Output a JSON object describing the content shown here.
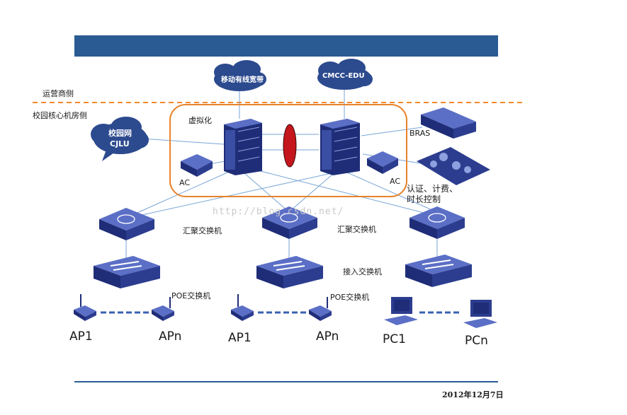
{
  "zones": {
    "operator": "运营商侧",
    "campus_core": "校园核心机房侧"
  },
  "clouds": {
    "mobile_broadband": "移动有线宽带",
    "cmcc_edu": "CMCC-EDU",
    "campus_net_line1": "校园网",
    "campus_net_line2": "CJLU"
  },
  "core": {
    "virtualization": "虚拟化",
    "ac_left": "AC",
    "ac_right": "AC"
  },
  "side": {
    "bras": "BRAS",
    "auth_line1": "认证、计费、",
    "auth_line2": "时长控制"
  },
  "layers": {
    "aggregation_1": "汇聚交换机",
    "aggregation_2": "汇聚交换机",
    "access": "接入交换机",
    "poe_1": "POE交换机",
    "poe_2": "POE交换机"
  },
  "endpoints": {
    "g1_first": "AP1",
    "g1_last": "APn",
    "g2_first": "AP1",
    "g2_last": "APn",
    "g3_first": "PC1",
    "g3_last": "PCn"
  },
  "watermark": "http://blog.csdn.net/",
  "footer": {
    "date": "2012年12月7日"
  },
  "colors": {
    "header_bar": "#2a5b93",
    "device": "#2c3d8f",
    "dashed_divider": "#f08a2c",
    "virtualization_box": "#e8822a",
    "links": "#7aa6d6",
    "cloud": "#2c4a8e"
  }
}
